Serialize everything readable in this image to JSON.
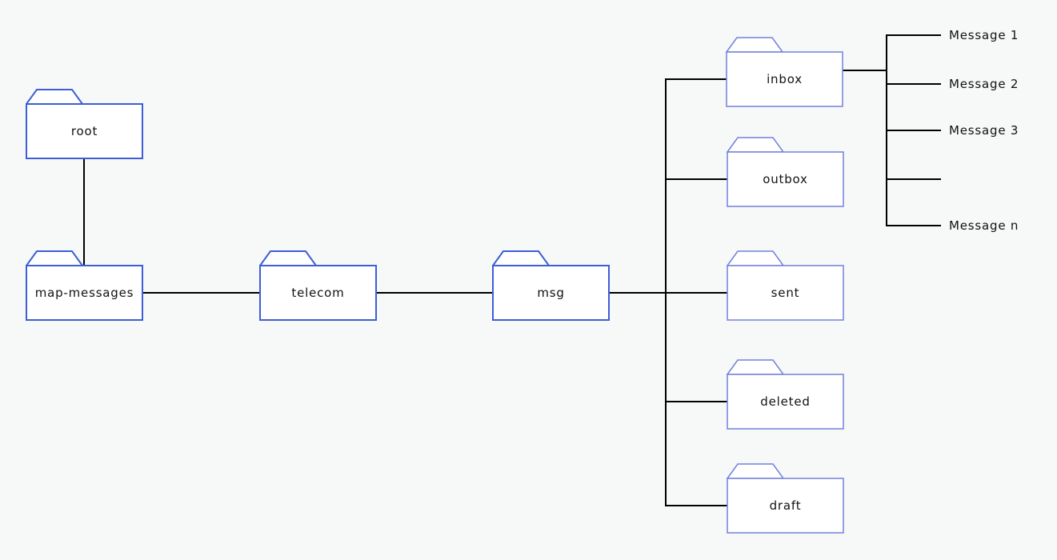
{
  "colors": {
    "bg": "#f7f8f8",
    "folder-fill": "#ffffff",
    "main-border": "#3d5ed6",
    "sub-border": "#7280dc",
    "line": "#000000",
    "text": "#111111"
  },
  "diagram": {
    "folders": [
      {
        "id": "root",
        "label": "root"
      },
      {
        "id": "map-messages",
        "label": "map-messages"
      },
      {
        "id": "telecom",
        "label": "telecom"
      },
      {
        "id": "msg",
        "label": "msg"
      },
      {
        "id": "inbox",
        "label": "inbox"
      },
      {
        "id": "outbox",
        "label": "outbox"
      },
      {
        "id": "sent",
        "label": "sent"
      },
      {
        "id": "deleted",
        "label": "deleted"
      },
      {
        "id": "draft",
        "label": "draft"
      }
    ],
    "messages": [
      {
        "label": "Message 1"
      },
      {
        "label": "Message 2"
      },
      {
        "label": "Message 3"
      },
      {
        "label": ""
      },
      {
        "label": "Message n"
      }
    ]
  }
}
